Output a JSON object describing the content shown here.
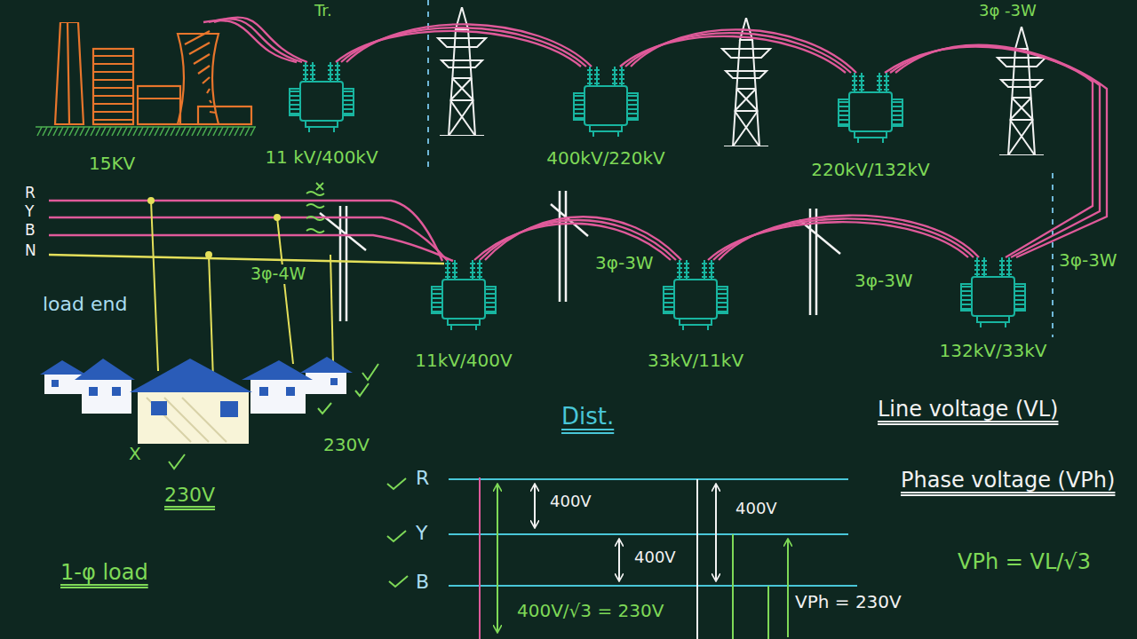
{
  "diagram": {
    "nodes": [
      {
        "text": [
          "15KV"
        ]
      },
      {
        "text": [
          "11 kV/400kV"
        ]
      },
      {
        "text": [
          "400kV/220kV"
        ]
      },
      {
        "text": [
          "220kV/132kV"
        ]
      },
      {
        "text": [
          "132kV/33kV"
        ]
      },
      {
        "text": [
          "33kV/11kV"
        ]
      },
      {
        "text": [
          "11kV/400V"
        ]
      }
    ],
    "edges": [
      {
        "from": 0,
        "to": 1,
        "arrow": "none"
      },
      {
        "from": 1,
        "to": 2,
        "arrow": "none"
      },
      {
        "from": 2,
        "to": 3,
        "arrow": "none"
      },
      {
        "from": 3,
        "to": 4,
        "label": "3φ-3W",
        "arrow": "none"
      },
      {
        "from": 4,
        "to": 5,
        "label": "3φ-3W",
        "arrow": "none"
      },
      {
        "from": 5,
        "to": 6,
        "label": "3φ-3W",
        "arrow": "none"
      }
    ],
    "labels": [
      "Tr.",
      "3φ -3W",
      "R",
      "Y",
      "B",
      "N",
      "3φ-4W",
      "load end",
      "X",
      "230V",
      "230V",
      "Dist.",
      "1-φ load",
      "Line voltage (VL)",
      "Phase voltage (VPh)",
      "VPh = VL/√3",
      "R",
      "Y",
      "B",
      "400V",
      "400V",
      "400V",
      "400V/√3 = 230V",
      "VPh = 230V"
    ]
  }
}
